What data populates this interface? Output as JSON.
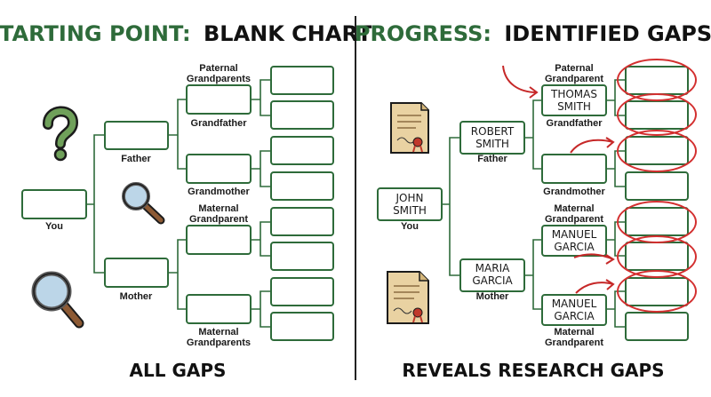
{
  "colors": {
    "accent_green": "#2e6b3a",
    "alert_red": "#d32f2f",
    "text": "#1a1a1a"
  },
  "left": {
    "title_prefix": "STARTING POINT:",
    "title_suffix": "BLANK CHART",
    "footer": "ALL GAPS",
    "labels": {
      "you": "You",
      "father": "Father",
      "mother": "Mother",
      "grandfather": "Grandfather",
      "grandmother": "Grandmother",
      "paternal_gp_1": "Paternal",
      "paternal_gp_2": "Grandparents",
      "maternal_gp_top_1": "Maternal",
      "maternal_gp_top_2": "Grandparent",
      "maternal_gp_bot_1": "Maternal",
      "maternal_gp_bot_2": "Grandparents"
    },
    "icons": [
      "question-mark-icon",
      "magnifier-icon",
      "magnifier-icon"
    ]
  },
  "right": {
    "title_prefix": "PROGRESS:",
    "title_suffix": "IDENTIFIED GAPS",
    "footer": "REVEALS RESEARCH GAPS",
    "labels": {
      "you": "You",
      "father": "Father",
      "mother": "Mother",
      "grandfather": "Grandfather",
      "grandmother": "Grandmother",
      "paternal_gp_1": "Paternal",
      "paternal_gp_2": "Grandparent",
      "maternal_gp_top_1": "Maternal",
      "maternal_gp_top_2": "Grandparent",
      "maternal_gp_bot_1": "Maternal",
      "maternal_gp_bot_2": "Grandparent"
    },
    "names": {
      "you_1": "JOHN",
      "you_2": "SMITH",
      "father_1": "ROBERT",
      "father_2": "SMITH",
      "mother_1": "MARIA",
      "mother_2": "GARCIA",
      "pgf_1": "THOMAS",
      "pgf_2": "SMITH",
      "mgp1_1": "MANUEL",
      "mgp1_2": "GARCIA",
      "mgp2_1": "MANUEL",
      "mgp2_2": "GARCIA"
    },
    "icons": [
      "document-seal-icon",
      "document-seal-icon"
    ]
  }
}
